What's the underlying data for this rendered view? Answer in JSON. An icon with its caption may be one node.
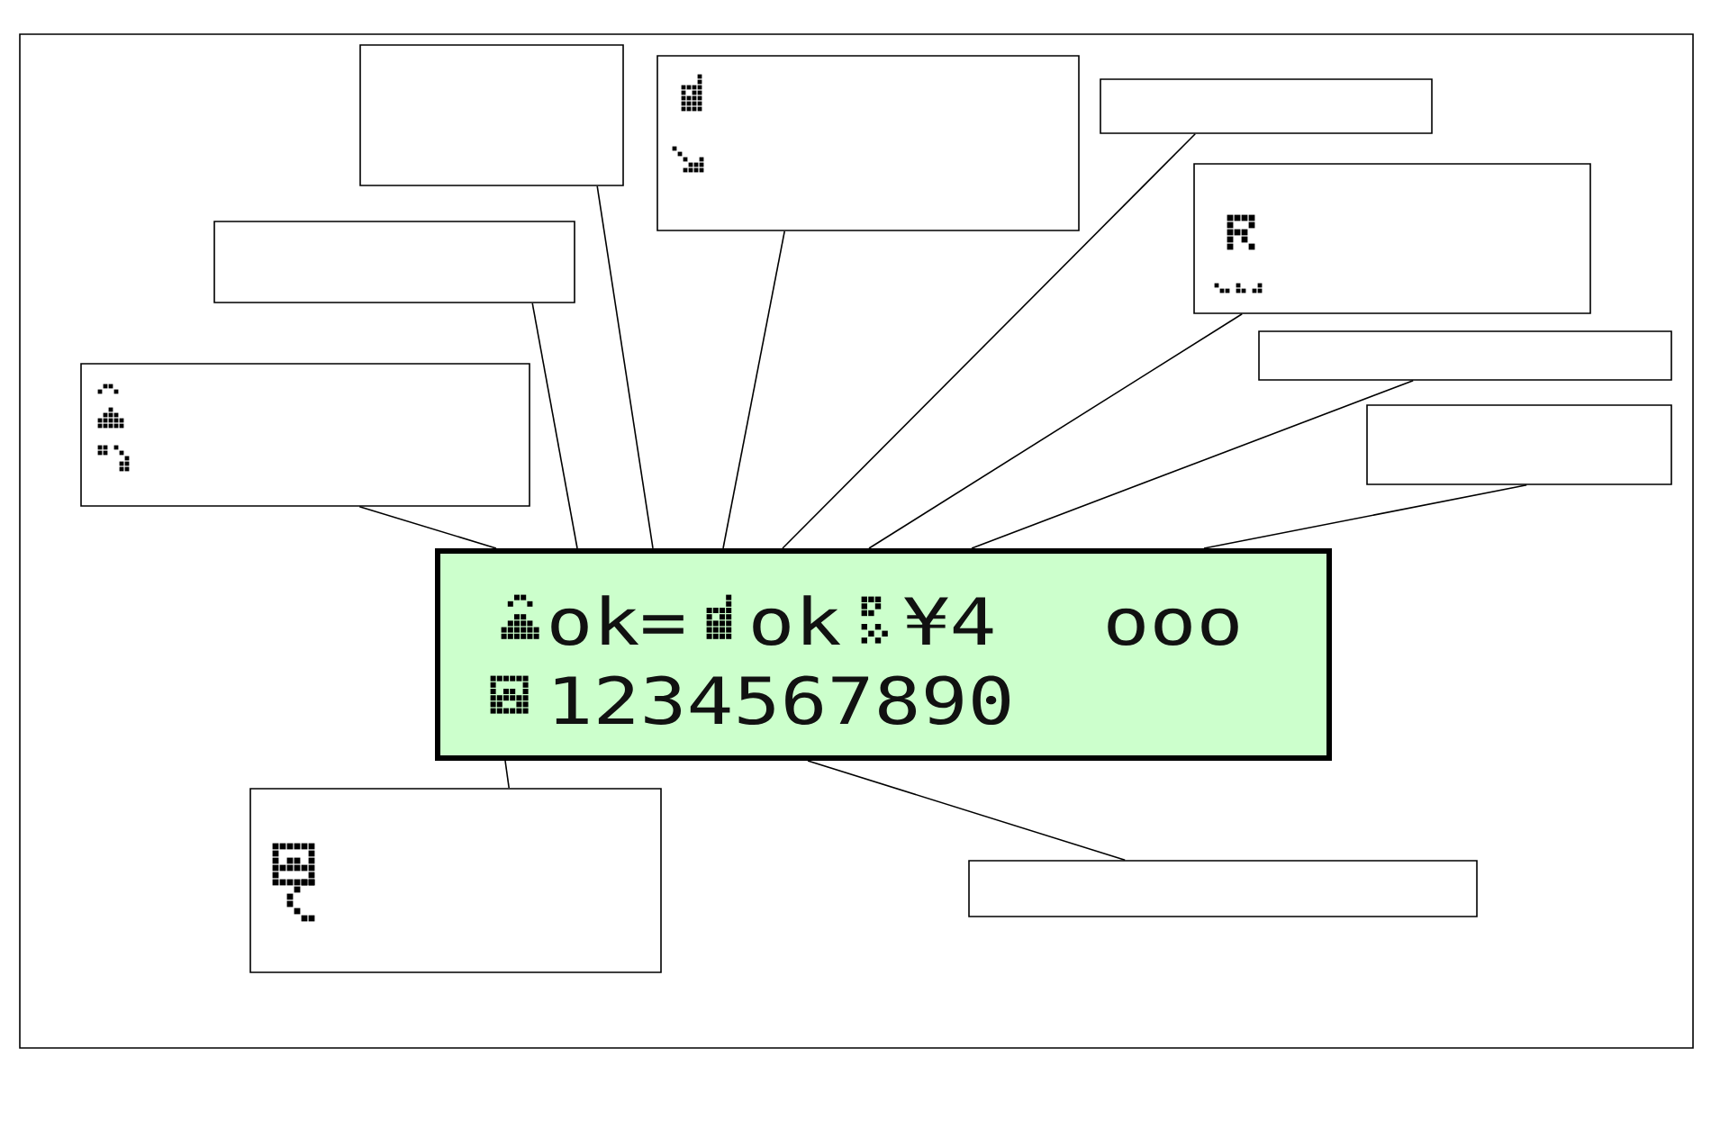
{
  "diagram": {
    "nodes": [
      {
        "text": [],
        "shape": "box"
      },
      {
        "text": [],
        "shape": "box"
      },
      {
        "text": [],
        "shape": "box"
      },
      {
        "text": [],
        "shape": "box"
      },
      {
        "text": [],
        "shape": "box"
      },
      {
        "text": [],
        "shape": "box"
      },
      {
        "text": [],
        "shape": "box"
      },
      {
        "text": [],
        "shape": "box"
      },
      {
        "text": [
          "ok=",
          "ok",
          "¥4",
          "ooo",
          "1234567890"
        ]
      },
      {
        "text": [],
        "shape": "box"
      },
      {
        "text": [],
        "shape": "box"
      }
    ],
    "edges": [
      {
        "from": 0,
        "to": 8,
        "arrow": "none"
      },
      {
        "from": 3,
        "to": 8,
        "arrow": "none"
      },
      {
        "from": 5,
        "to": 8,
        "arrow": "none"
      },
      {
        "from": 1,
        "to": 8,
        "arrow": "none"
      },
      {
        "from": 2,
        "to": 8,
        "arrow": "none"
      },
      {
        "from": 4,
        "to": 8,
        "arrow": "none"
      },
      {
        "from": 6,
        "to": 8,
        "arrow": "none"
      },
      {
        "from": 7,
        "to": 8,
        "arrow": "none"
      },
      {
        "from": 9,
        "to": 8,
        "arrow": "none"
      },
      {
        "from": 10,
        "to": 8,
        "arrow": "none"
      }
    ]
  }
}
